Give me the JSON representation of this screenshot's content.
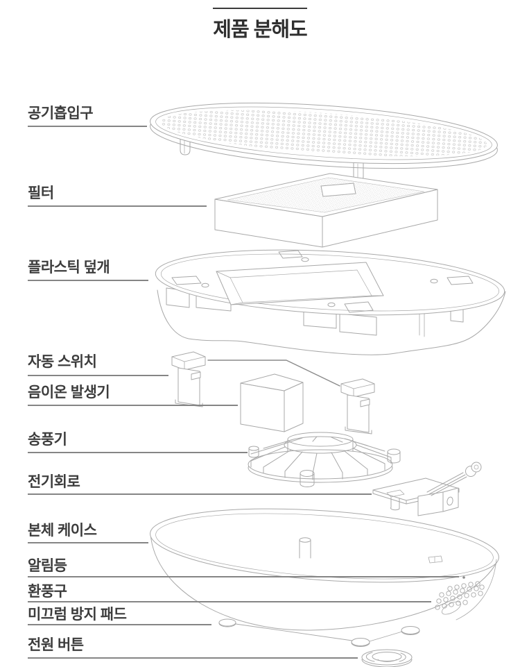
{
  "title": "제품 분해도",
  "colors": {
    "label_text": "#3c3c3c",
    "leader_line": "#858585",
    "sketch_stroke": "#a8a8a8"
  },
  "labels": [
    {
      "id": "air-intake",
      "text": "공기흡입구"
    },
    {
      "id": "filter",
      "text": "필터"
    },
    {
      "id": "plastic-cover",
      "text": "플라스틱 덮개"
    },
    {
      "id": "auto-switch",
      "text": "자동 스위치"
    },
    {
      "id": "ion-generator",
      "text": "음이온 발생기"
    },
    {
      "id": "blower",
      "text": "송풍기"
    },
    {
      "id": "circuit",
      "text": "전기회로"
    },
    {
      "id": "body-case",
      "text": "본체 케이스"
    },
    {
      "id": "indicator-light",
      "text": "알림등"
    },
    {
      "id": "vent",
      "text": "환풍구"
    },
    {
      "id": "anti-slip-pad",
      "text": "미끄럼 방지 패드"
    },
    {
      "id": "power-button",
      "text": "전원 버튼"
    }
  ]
}
